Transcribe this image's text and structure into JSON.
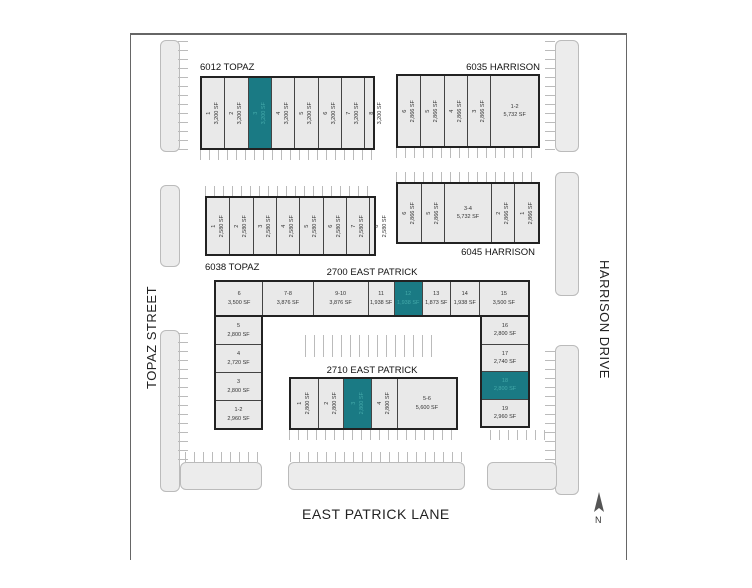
{
  "colors": {
    "highlight": "#1a7a84",
    "building_fill": "#e9e9e9",
    "outline": "#222222"
  },
  "streets": {
    "west": "TOPAZ STREET",
    "east": "HARRISON DRIVE",
    "south": "EAST PATRICK LANE"
  },
  "north_label": "N",
  "buildings": [
    {
      "id": "b6012",
      "name": "6012 TOPAZ",
      "units": [
        {
          "n": "1",
          "sf": "3,200 SF"
        },
        {
          "n": "2",
          "sf": "3,200 SF"
        },
        {
          "n": "3",
          "sf": "3,200 SF",
          "highlight": true
        },
        {
          "n": "4",
          "sf": "3,200 SF"
        },
        {
          "n": "5",
          "sf": "3,200 SF"
        },
        {
          "n": "6",
          "sf": "3,200 SF"
        },
        {
          "n": "7",
          "sf": "3,200 SF"
        },
        {
          "n": "8",
          "sf": "3,200 SF"
        }
      ]
    },
    {
      "id": "b6035",
      "name": "6035 HARRISON",
      "units": [
        {
          "n": "6",
          "sf": "2,866 SF"
        },
        {
          "n": "5",
          "sf": "2,866 SF"
        },
        {
          "n": "4",
          "sf": "2,866 SF"
        },
        {
          "n": "3",
          "sf": "2,866 SF"
        },
        {
          "n": "1-2",
          "sf": "5,732 SF"
        }
      ]
    },
    {
      "id": "b6038",
      "name": "6038 TOPAZ",
      "units": [
        {
          "n": "1",
          "sf": "2,580 SF"
        },
        {
          "n": "2",
          "sf": "2,580 SF"
        },
        {
          "n": "3",
          "sf": "2,580 SF"
        },
        {
          "n": "4",
          "sf": "2,580 SF"
        },
        {
          "n": "5",
          "sf": "2,580 SF"
        },
        {
          "n": "6",
          "sf": "2,580 SF"
        },
        {
          "n": "7",
          "sf": "2,580 SF"
        },
        {
          "n": "8",
          "sf": "2,580 SF"
        }
      ]
    },
    {
      "id": "b6045",
      "name": "6045 HARRISON",
      "units": [
        {
          "n": "6",
          "sf": "2,866 SF"
        },
        {
          "n": "5",
          "sf": "2,866 SF"
        },
        {
          "n": "3-4",
          "sf": "5,732 SF"
        },
        {
          "n": "2",
          "sf": "2,866 SF"
        },
        {
          "n": "1",
          "sf": "2,866 SF"
        }
      ]
    },
    {
      "id": "b2700top",
      "name": "2700 EAST PATRICK",
      "units": [
        {
          "n": "6",
          "sf": "3,500 SF"
        },
        {
          "n": "7-8",
          "sf": "3,876 SF"
        },
        {
          "n": "9-10",
          "sf": "3,876 SF"
        },
        {
          "n": "11",
          "sf": "1,938 SF"
        },
        {
          "n": "12",
          "sf": "1,938 SF",
          "highlight": true
        },
        {
          "n": "13",
          "sf": "1,873 SF"
        },
        {
          "n": "14",
          "sf": "1,938 SF"
        },
        {
          "n": "15",
          "sf": "3,500 SF"
        }
      ]
    },
    {
      "id": "b2700left",
      "name": "",
      "units": [
        {
          "n": "5",
          "sf": "2,800 SF"
        },
        {
          "n": "4",
          "sf": "2,720 SF"
        },
        {
          "n": "3",
          "sf": "2,800 SF"
        },
        {
          "n": "1-2",
          "sf": "2,960 SF"
        }
      ]
    },
    {
      "id": "b2700right",
      "name": "",
      "units": [
        {
          "n": "16",
          "sf": "2,800 SF"
        },
        {
          "n": "17",
          "sf": "2,740 SF"
        },
        {
          "n": "18",
          "sf": "2,800 SF",
          "highlight": true
        },
        {
          "n": "19",
          "sf": "2,960 SF"
        }
      ]
    },
    {
      "id": "b2710",
      "name": "2710 EAST PATRICK",
      "units": [
        {
          "n": "1",
          "sf": "2,800 SF"
        },
        {
          "n": "2",
          "sf": "2,800 SF"
        },
        {
          "n": "3",
          "sf": "2,800 SF",
          "highlight": true
        },
        {
          "n": "4",
          "sf": "2,800 SF"
        },
        {
          "n": "5-6",
          "sf": "5,600 SF"
        }
      ]
    }
  ]
}
